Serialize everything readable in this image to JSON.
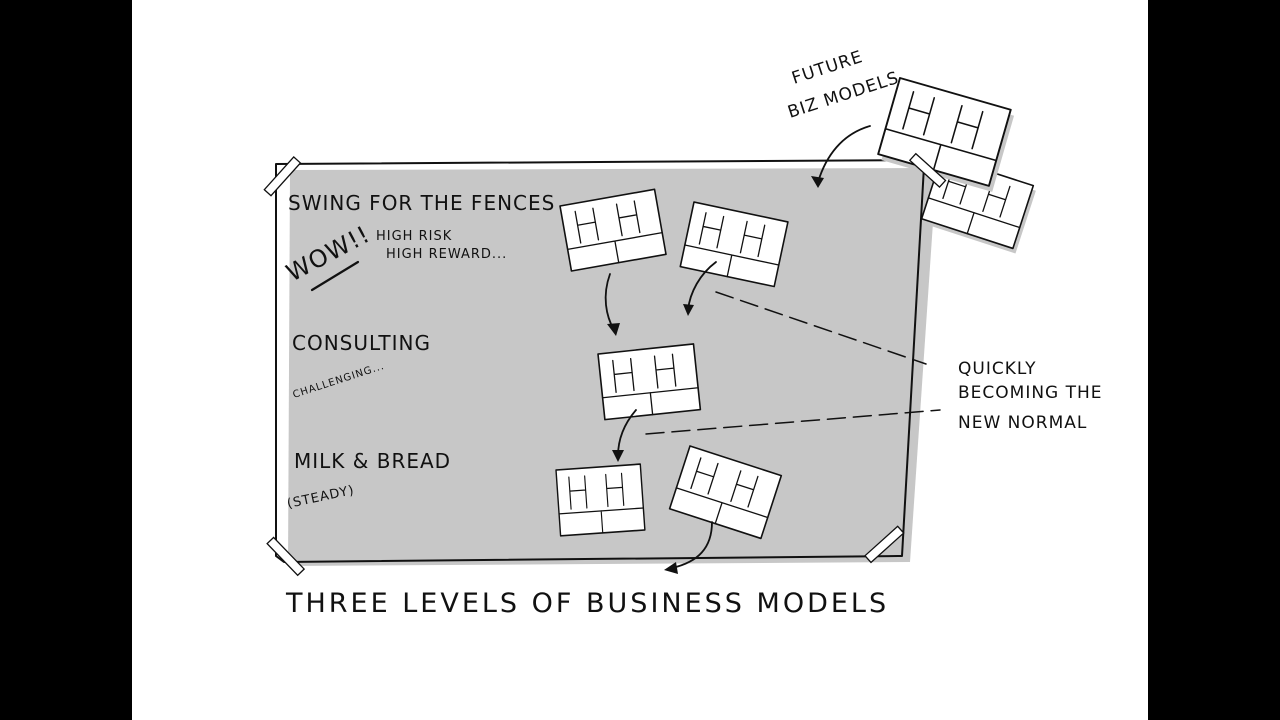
{
  "diagram": {
    "title": "THREE LEVELS OF BUSINESS MODELS",
    "future_label_line1": "FUTURE",
    "future_label_line2": "BIZ MODELS",
    "side_note_line1": "QUICKLY",
    "side_note_line2": "BECOMING THE",
    "side_note_line3": "NEW NORMAL",
    "levels": [
      {
        "heading": "SWING FOR THE FENCES",
        "exclaim": "WOW!!",
        "note_line1": "HIGH RISK",
        "note_line2": "HIGH REWARD..."
      },
      {
        "heading": "CONSULTING",
        "note_line1": "CHALLENGING..."
      },
      {
        "heading": "MILK & BREAD",
        "note_line1": "(STEADY)"
      }
    ]
  }
}
